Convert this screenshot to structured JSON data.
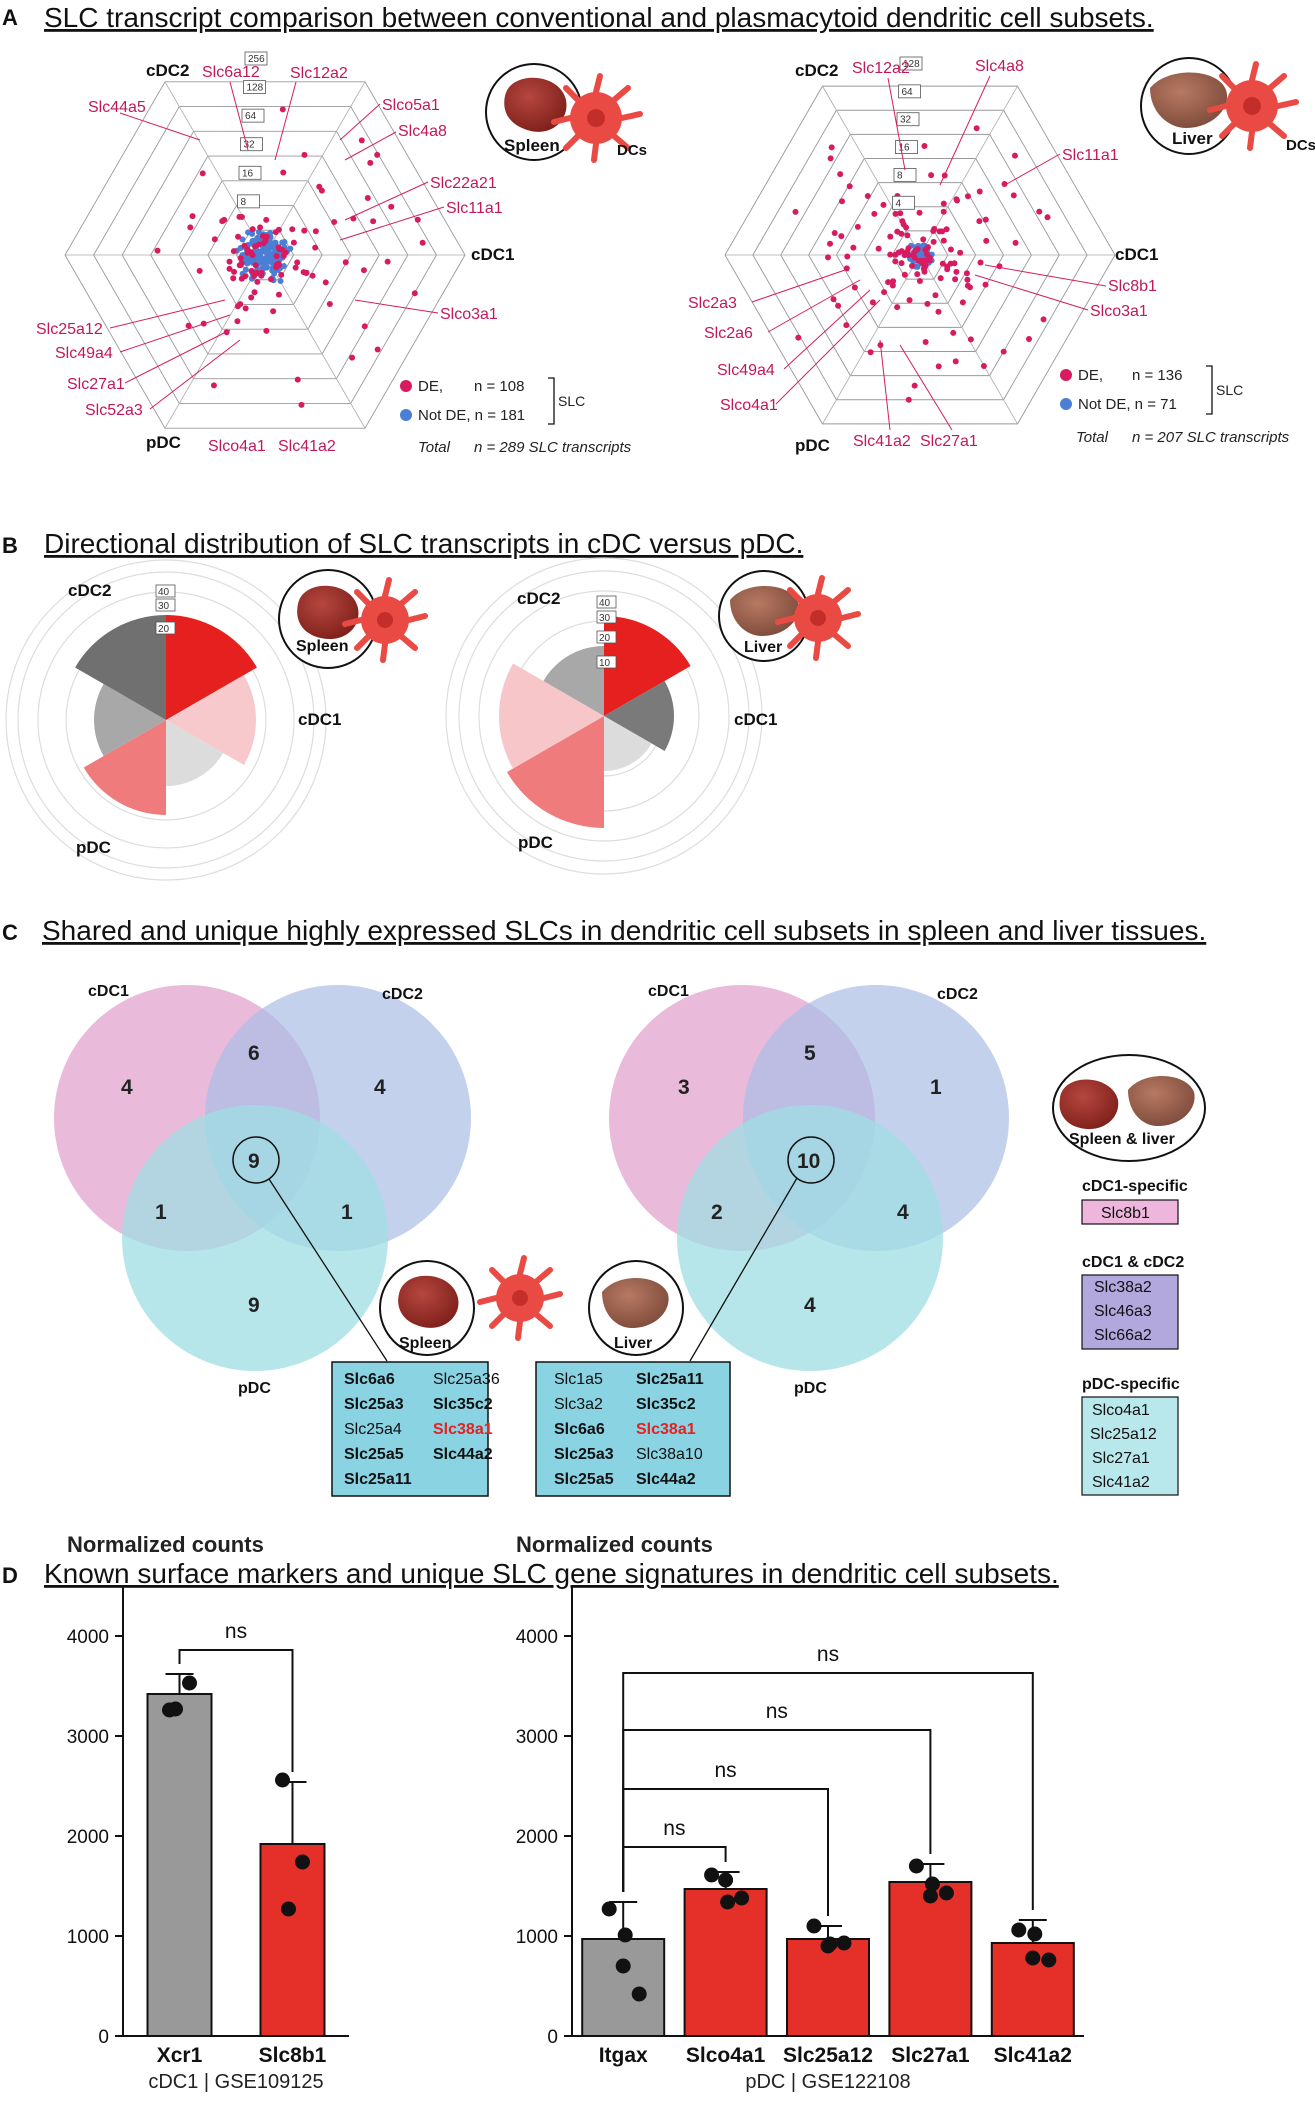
{
  "panel_a": {
    "letter": "A",
    "title": "SLC transcript comparison between conventional and plasmacytoid dendritic cell subsets.",
    "spleen": {
      "axes": {
        "cdc2": "cDC2",
        "cdc1": "cDC1",
        "pdc": "pDC"
      },
      "ticks": [
        "256",
        "128",
        "64",
        "32",
        "16",
        "8"
      ],
      "labels": [
        "Slc6a12",
        "Slc12a2",
        "Slc44a5",
        "Slco5a1",
        "Slc4a8",
        "Slc22a21",
        "Slc11a1",
        "Slco3a1",
        "Slc25a12",
        "Slc49a4",
        "Slc27a1",
        "Slc52a3",
        "Slco4a1",
        "Slc41a2"
      ],
      "organ": "Spleen",
      "cells": "DCs",
      "legend": {
        "de": "DE,",
        "de_n": "n = 108",
        "notde": "Not DE, n = 181",
        "slc": "SLC",
        "total": "Total",
        "total_n": "n = 289 SLC transcripts"
      }
    },
    "liver": {
      "axes": {
        "cdc2": "cDC2",
        "cdc1": "cDC1",
        "pdc": "pDC"
      },
      "ticks": [
        "128",
        "64",
        "32",
        "16",
        "8",
        "4"
      ],
      "labels": [
        "Slc12a2",
        "Slc4a8",
        "Slc11a1",
        "Slc8b1",
        "Slco3a1",
        "Slc2a3",
        "Slc2a6",
        "Slc49a4",
        "Slco4a1",
        "Slc41a2",
        "Slc27a1"
      ],
      "organ": "Liver",
      "cells": "DCs",
      "legend": {
        "de": "DE,",
        "de_n": "n = 136",
        "notde": "Not DE, n = 71",
        "slc": "SLC",
        "total": "Total",
        "total_n": "n = 207 SLC transcripts"
      }
    },
    "colors": {
      "de": "#d81b60",
      "notde": "#4a7fd4"
    }
  },
  "panel_b": {
    "letter": "B",
    "title": "Directional distribution of SLC transcripts in cDC versus pDC.",
    "spleen": {
      "axes": {
        "cdc2": "cDC2",
        "cdc1": "cDC1",
        "pdc": "pDC"
      },
      "ticks": [
        "40",
        "30",
        "20"
      ],
      "organ": "Spleen"
    },
    "liver": {
      "axes": {
        "cdc2": "cDC2",
        "cdc1": "cDC1",
        "pdc": "pDC"
      },
      "ticks": [
        "40",
        "30",
        "20",
        "10"
      ],
      "organ": "Liver"
    }
  },
  "panel_c": {
    "letter": "C",
    "title": "Shared and unique highly expressed SLCs in dendritic cell subsets in spleen and liver tissues.",
    "spleen": {
      "set_cdc1": "cDC1",
      "set_cdc2": "cDC2",
      "set_pdc": "pDC",
      "counts": {
        "cdc1_only": "4",
        "cdc1_cdc2": "6",
        "cdc2_only": "4",
        "all": "9",
        "cdc1_pdc": "1",
        "cdc2_pdc": "1",
        "pdc_only": "9"
      }
    },
    "liver": {
      "set_cdc1": "cDC1",
      "set_cdc2": "cDC2",
      "set_pdc": "pDC",
      "counts": {
        "cdc1_only": "3",
        "cdc1_cdc2": "5",
        "cdc2_only": "1",
        "all": "10",
        "cdc1_pdc": "2",
        "cdc2_pdc": "4",
        "pdc_only": "4"
      }
    },
    "spleen_genes": {
      "organ": "Spleen",
      "rows": [
        [
          "Slc6a6",
          "Slc25a36"
        ],
        [
          "Slc25a3",
          "Slc35c2"
        ],
        [
          "Slc25a4",
          "Slc38a1"
        ],
        [
          "Slc25a5",
          "Slc44a2"
        ],
        [
          "Slc25a11",
          ""
        ]
      ]
    },
    "liver_genes": {
      "organ": "Liver",
      "rows": [
        [
          "Slc1a5",
          "Slc25a11"
        ],
        [
          "Slc3a2",
          "Slc35c2"
        ],
        [
          "Slc6a6",
          "Slc38a1"
        ],
        [
          "Slc25a3",
          "Slc38a10"
        ],
        [
          "Slc25a5",
          "Slc44a2"
        ]
      ]
    },
    "legend": {
      "organs": "Spleen & liver",
      "cdc1_title": "cDC1-specific",
      "cdc1_genes": [
        "Slc8b1"
      ],
      "both_title": "cDC1 & cDC2",
      "both_genes": [
        "Slc38a2",
        "Slc46a3",
        "Slc66a2"
      ],
      "pdc_title": "pDC-specific",
      "pdc_genes": [
        "Slco4a1",
        "Slc25a12",
        "Slc27a1",
        "Slc41a2"
      ]
    },
    "colors": {
      "cdc1": "#e3a3cf",
      "cdc2": "#a9bde6",
      "pdc": "#9fdde3",
      "box": "#89d3e3"
    }
  },
  "panel_d": {
    "letter": "D",
    "title": "Known surface markers and unique SLC gene signatures in dendritic cell subsets.",
    "colors": {
      "grey": "#999999",
      "red": "#e5302a"
    }
  },
  "chart_data": [
    {
      "type": "bar",
      "title": "",
      "ylabel": "Normalized counts",
      "xlabel": "cDC1 | GSE109125",
      "categories": [
        "Xcr1",
        "Slc8b1"
      ],
      "values": [
        3420,
        1920
      ],
      "error": [
        200,
        620
      ],
      "points": [
        [
          3260,
          3530,
          3270
        ],
        [
          2560,
          1740,
          1270
        ]
      ],
      "ylim": [
        0,
        4500
      ],
      "yticks": [
        "0",
        "1000",
        "2000",
        "3000",
        "4000"
      ],
      "comparisons": [
        {
          "from": "Xcr1",
          "to": "Slc8b1",
          "label": "ns"
        }
      ]
    },
    {
      "type": "bar",
      "title": "",
      "ylabel": "Normalized counts",
      "xlabel": "pDC | GSE122108",
      "categories": [
        "Itgax",
        "Slco4a1",
        "Slc25a12",
        "Slc27a1",
        "Slc41a2"
      ],
      "values": [
        970,
        1470,
        970,
        1540,
        930
      ],
      "error": [
        370,
        170,
        130,
        180,
        230
      ],
      "points": [
        [
          1270,
          1010,
          700,
          420
        ],
        [
          1610,
          1340,
          1560,
          1380
        ],
        [
          1100,
          920,
          900,
          930
        ],
        [
          1700,
          1520,
          1400,
          1430
        ],
        [
          1060,
          1020,
          780,
          760
        ]
      ],
      "ylim": [
        0,
        4500
      ],
      "yticks": [
        "0",
        "1000",
        "2000",
        "3000",
        "4000"
      ],
      "comparisons": [
        {
          "from": "Itgax",
          "to": "Slco4a1",
          "label": "ns"
        },
        {
          "from": "Itgax",
          "to": "Slc25a12",
          "label": "ns"
        },
        {
          "from": "Itgax",
          "to": "Slc27a1",
          "label": "ns"
        },
        {
          "from": "Itgax",
          "to": "Slc41a2",
          "label": "ns"
        }
      ]
    }
  ]
}
